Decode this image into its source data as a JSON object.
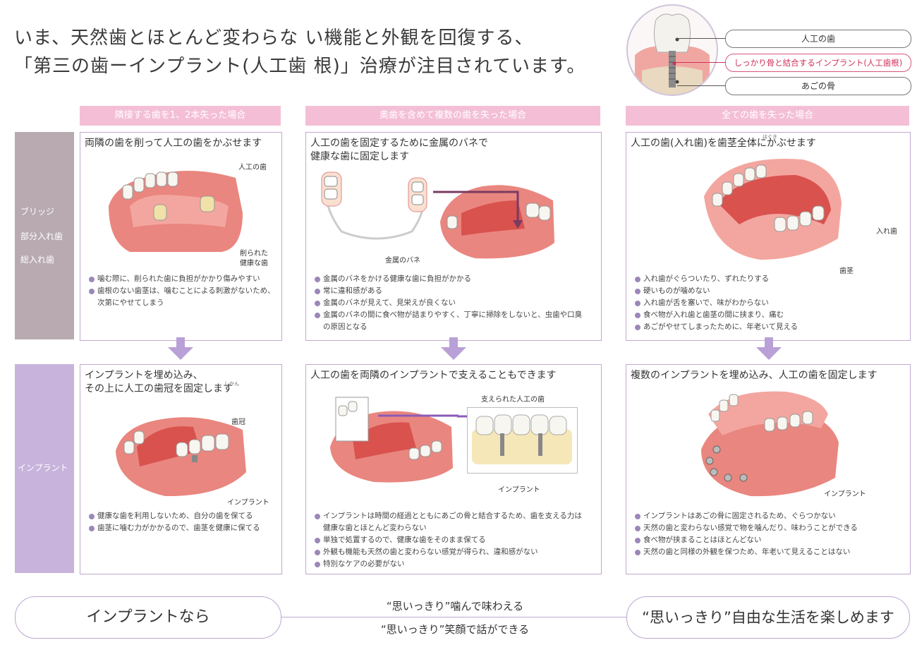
{
  "headline": {
    "line1": "いま、天然歯とほとんど変わらな い機能と外観を回復する、",
    "line2": "「第三の歯ーインプラント(人工歯 根)」治療が注目されています。"
  },
  "diagram": {
    "label_crown": "人工の歯",
    "label_implant": "しっかり骨と結合するインプラント(人工歯根)",
    "label_bone": "あごの骨"
  },
  "columns": [
    {
      "header": "隣接する歯を1、2本失った場合"
    },
    {
      "header": "奥歯を含めて複数の歯を失った場合"
    },
    {
      "header": "全ての歯を失った場合"
    }
  ],
  "row_labels": {
    "conventional": [
      "ブリッジ",
      "部分入れ歯",
      "総入れ歯"
    ],
    "implant": "インプラント"
  },
  "top_panels": [
    {
      "title_lines": [
        "両隣の歯を削って人工の歯をかぶせます"
      ],
      "callouts": [
        "人工の歯",
        "削られた",
        "健康な歯"
      ],
      "bullets": [
        {
          "text": "噛む際に、削られた歯に負担がかかり傷みやすい",
          "cont": ""
        },
        {
          "text": "歯根のない歯茎は、噛むことによる刺激がないため、",
          "cont": "次第にやせてしまう"
        }
      ]
    },
    {
      "title_lines": [
        "人工の歯を固定するために金属のバネで",
        "健康な歯に固定します"
      ],
      "callouts": [
        "金属のバネ"
      ],
      "bullets": [
        {
          "text": "金属のバネをかける健康な歯に負担がかかる",
          "cont": ""
        },
        {
          "text": "常に違和感がある",
          "cont": ""
        },
        {
          "text": "金属のバネが見えて、見栄えが良くない",
          "cont": ""
        },
        {
          "text": "金属のバネの間に食べ物が詰まりやすく、丁寧に掃除をしないと、虫歯や口臭",
          "cont": "の原因となる"
        }
      ]
    },
    {
      "title_lines": [
        "人工の歯(入れ歯)を歯茎全体にかぶせます"
      ],
      "ruby": "はぐき",
      "callouts": [
        "入れ歯",
        "歯茎"
      ],
      "bullets": [
        {
          "text": "入れ歯がぐらついたり、ずれたりする",
          "cont": ""
        },
        {
          "text": "硬いものが噛めない",
          "cont": ""
        },
        {
          "text": "入れ歯が舌を塞いで、味がわからない",
          "cont": ""
        },
        {
          "text": "食べ物が入れ歯と歯茎の間に挟まり、痛む",
          "cont": ""
        },
        {
          "text": "あごがやせてしまったために、年老いて見える",
          "cont": ""
        }
      ]
    }
  ],
  "bottom_panels": [
    {
      "title_lines": [
        "インプラントを埋め込み、",
        "その上に人工の歯冠を固定します"
      ],
      "ruby": "しかん",
      "callouts": [
        "歯冠",
        "インプラント"
      ],
      "bullets": [
        {
          "text": "健康な歯を利用しないため、自分の歯を保てる",
          "cont": ""
        },
        {
          "text": "歯茎に噛む力がかかるので、歯茎を健康に保てる",
          "cont": ""
        }
      ]
    },
    {
      "title_lines": [
        "人工の歯を両隣のインプラントで支えることもできます"
      ],
      "callouts": [
        "支えられた人工の歯",
        "インプラント"
      ],
      "bullets": [
        {
          "text": "インプラントは時間の経過とともにあごの骨と結合するため、歯を支える力は",
          "cont": "健康な歯とほとんど変わらない"
        },
        {
          "text": "単独で処置するので、健康な歯をそのまま保てる",
          "cont": ""
        },
        {
          "text": "外観も機能も天然の歯と変わらない感覚が得られ、違和感がない",
          "cont": ""
        },
        {
          "text": "特別なケアの必要がない",
          "cont": ""
        }
      ]
    },
    {
      "title_lines": [
        "複数のインプラントを埋め込み、人工の歯を固定します"
      ],
      "callouts": [
        "インプラント"
      ],
      "bullets": [
        {
          "text": "インプラントはあごの骨に固定されるため、ぐらつかない",
          "cont": ""
        },
        {
          "text": "天然の歯と変わらない感覚で物を噛んだり、味わうことができる",
          "cont": ""
        },
        {
          "text": "食べ物が挟まることはほとんどない",
          "cont": ""
        },
        {
          "text": "天然の歯と同様の外観を保つため、年老いて見えることはない",
          "cont": ""
        }
      ]
    }
  ],
  "footer": {
    "left": "インプラントなら",
    "mid_top": "“思いっきり”噛んで味わえる",
    "mid_bottom": "“思いっきり”笑顔で話ができる",
    "right": "“思いっきり”自由な生活を楽しめます"
  },
  "colors": {
    "header_pink": "#f4bfd6",
    "gum_pink": "#e9867f",
    "row_gray": "#b9aab2",
    "row_purple": "#c8b3dc",
    "arrow_purple": "#b9a0d6",
    "highlight_red": "#d0305a"
  }
}
